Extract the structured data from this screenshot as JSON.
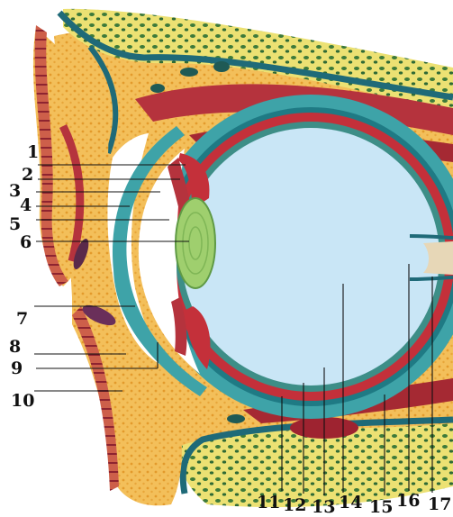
{
  "labels": {
    "l1": "1",
    "l2": "2",
    "l3": "3",
    "l4": "4",
    "l5": "5",
    "l6": "6",
    "l7": "7",
    "l8": "8",
    "l9": "9",
    "l10": "10",
    "l11": "11",
    "l12": "12",
    "l13": "13",
    "l14": "14",
    "l15": "15",
    "l16": "16",
    "l17": "17"
  },
  "colors": {
    "fat": "#f3bf5a",
    "fat_dots": "#e39a2c",
    "bone": "#ece173",
    "bone_dots": "#3d7a3a",
    "sclera": "#3ea3a8",
    "sclera_dark": "#1f6a78",
    "choroid": "#c4303a",
    "vitreous": "#c9e6f6",
    "lens": "#9fcf6e",
    "muscle": "#b5333d",
    "skin": "#cd5f4a"
  }
}
